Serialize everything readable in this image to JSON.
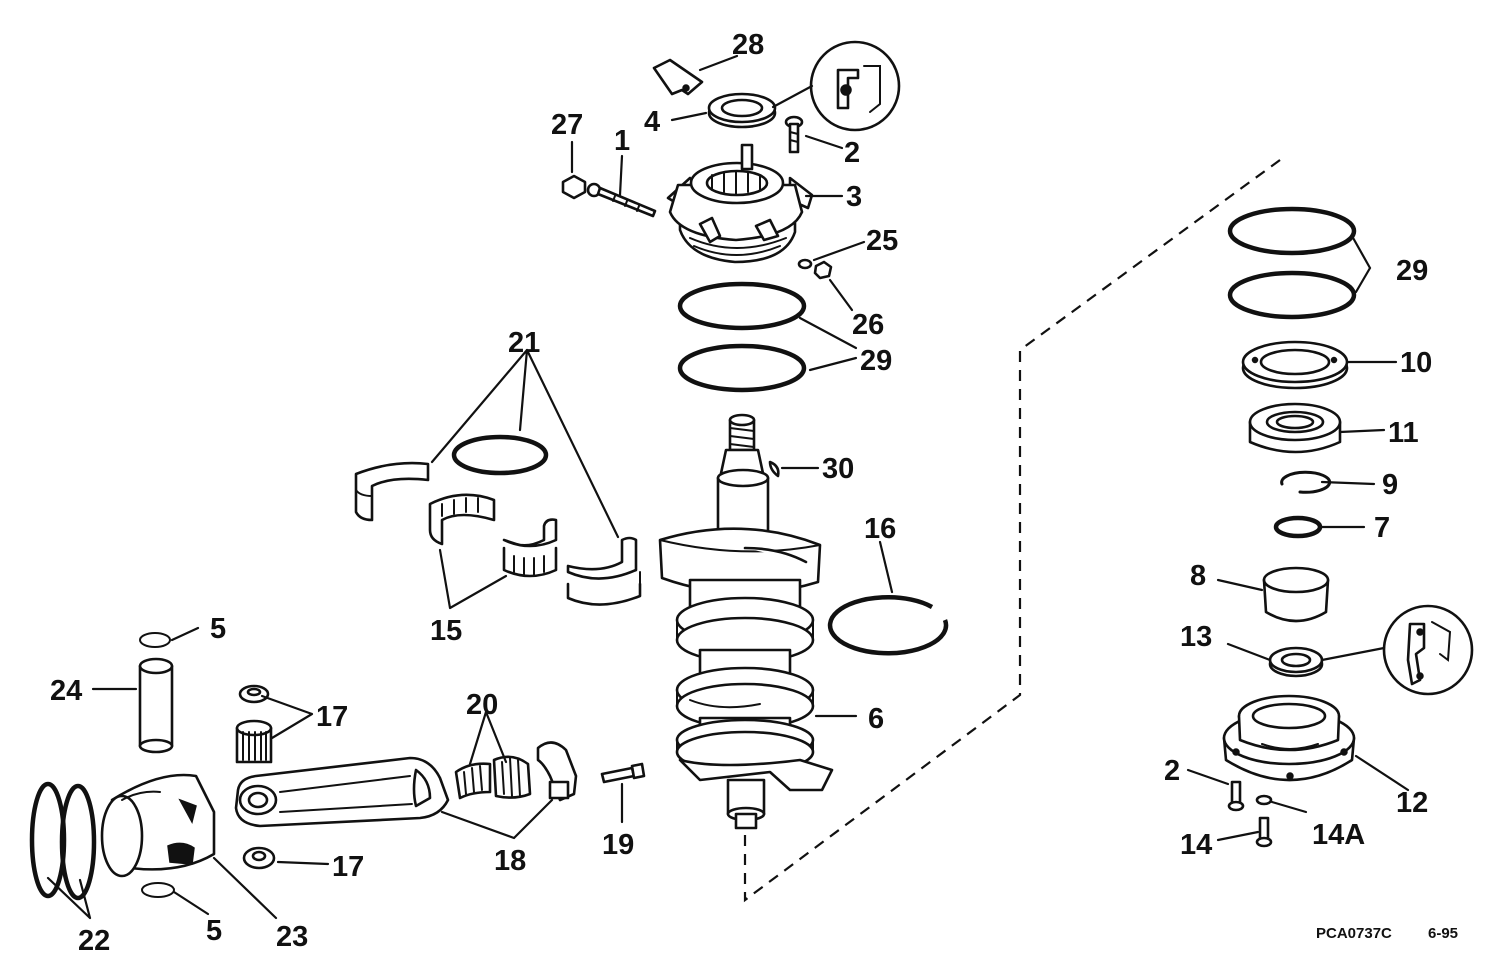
{
  "callouts": {
    "c28": "28",
    "c4": "4",
    "c27": "27",
    "c1": "1",
    "c2a": "2",
    "c3": "3",
    "c25": "25",
    "c26": "26",
    "c29a": "29",
    "c21": "21",
    "c30": "30",
    "c16": "16",
    "c15": "15",
    "c5a": "5",
    "c24": "24",
    "c17a": "17",
    "c20": "20",
    "c6": "6",
    "c19": "19",
    "c18": "18",
    "c17b": "17",
    "c22": "22",
    "c5b": "5",
    "c23": "23",
    "c29b": "29",
    "c10": "10",
    "c11": "11",
    "c9": "9",
    "c7": "7",
    "c8": "8",
    "c13": "13",
    "c2b": "2",
    "c12": "12",
    "c14": "14",
    "c14a": "14A"
  },
  "footer": {
    "code": "PCA0737C",
    "date": "6-95"
  }
}
